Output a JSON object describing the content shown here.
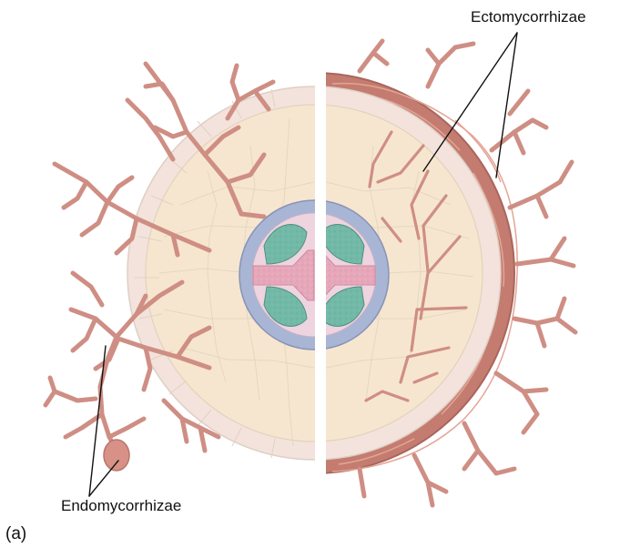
{
  "labels": {
    "ectomycorrhizae": "Ectomycorrhizae",
    "endomycorrhizae": "Endomycorrhizae",
    "panel": "(a)"
  },
  "colors": {
    "cortex": "#f7e6cf",
    "epidermis": "#f3e3dc",
    "endodermis": "#a9b5d4",
    "phloem": "#73b9a7",
    "xylem": "#e6a7bb",
    "hyphae": "#cf8e84",
    "mantle": "#c47c70"
  },
  "icons": {
    "root_cross_section": "root-cross-section-icon"
  }
}
